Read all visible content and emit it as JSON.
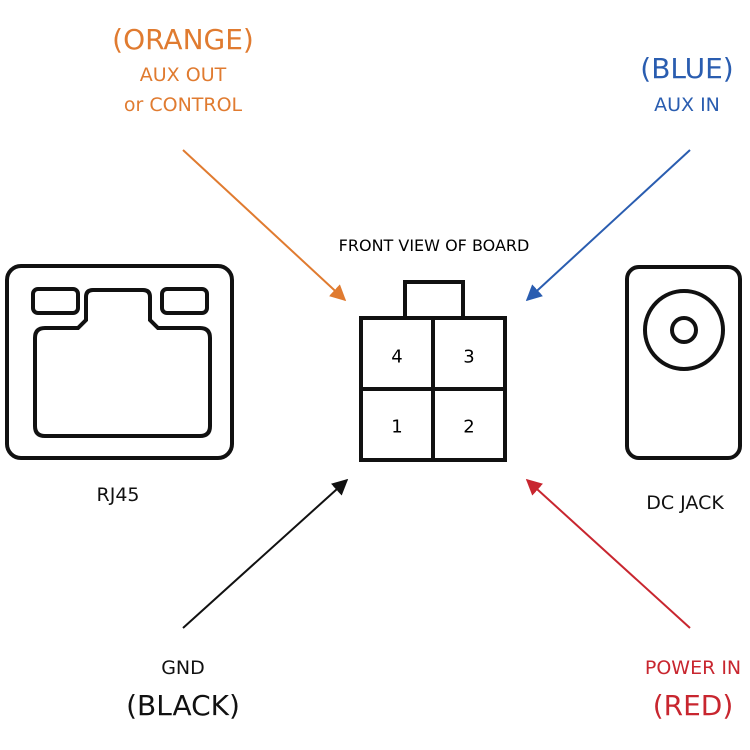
{
  "colors": {
    "orange": "#e07b30",
    "blue": "#2a5db0",
    "red": "#c8262f",
    "black": "#111111"
  },
  "orange": {
    "color_label": "(ORANGE)",
    "line1": "AUX OUT",
    "line2": "or CONTROL"
  },
  "blue": {
    "color_label": "(BLUE)",
    "line1": "AUX IN"
  },
  "black": {
    "color_label": "(BLACK)",
    "line1": "GND"
  },
  "red": {
    "color_label": "(RED)",
    "line1": "POWER IN"
  },
  "board": {
    "title": "FRONT VIEW OF BOARD",
    "pins": [
      "4",
      "3",
      "1",
      "2"
    ]
  },
  "rj45": {
    "label": "RJ45"
  },
  "dcjack": {
    "label": "DC JACK"
  }
}
